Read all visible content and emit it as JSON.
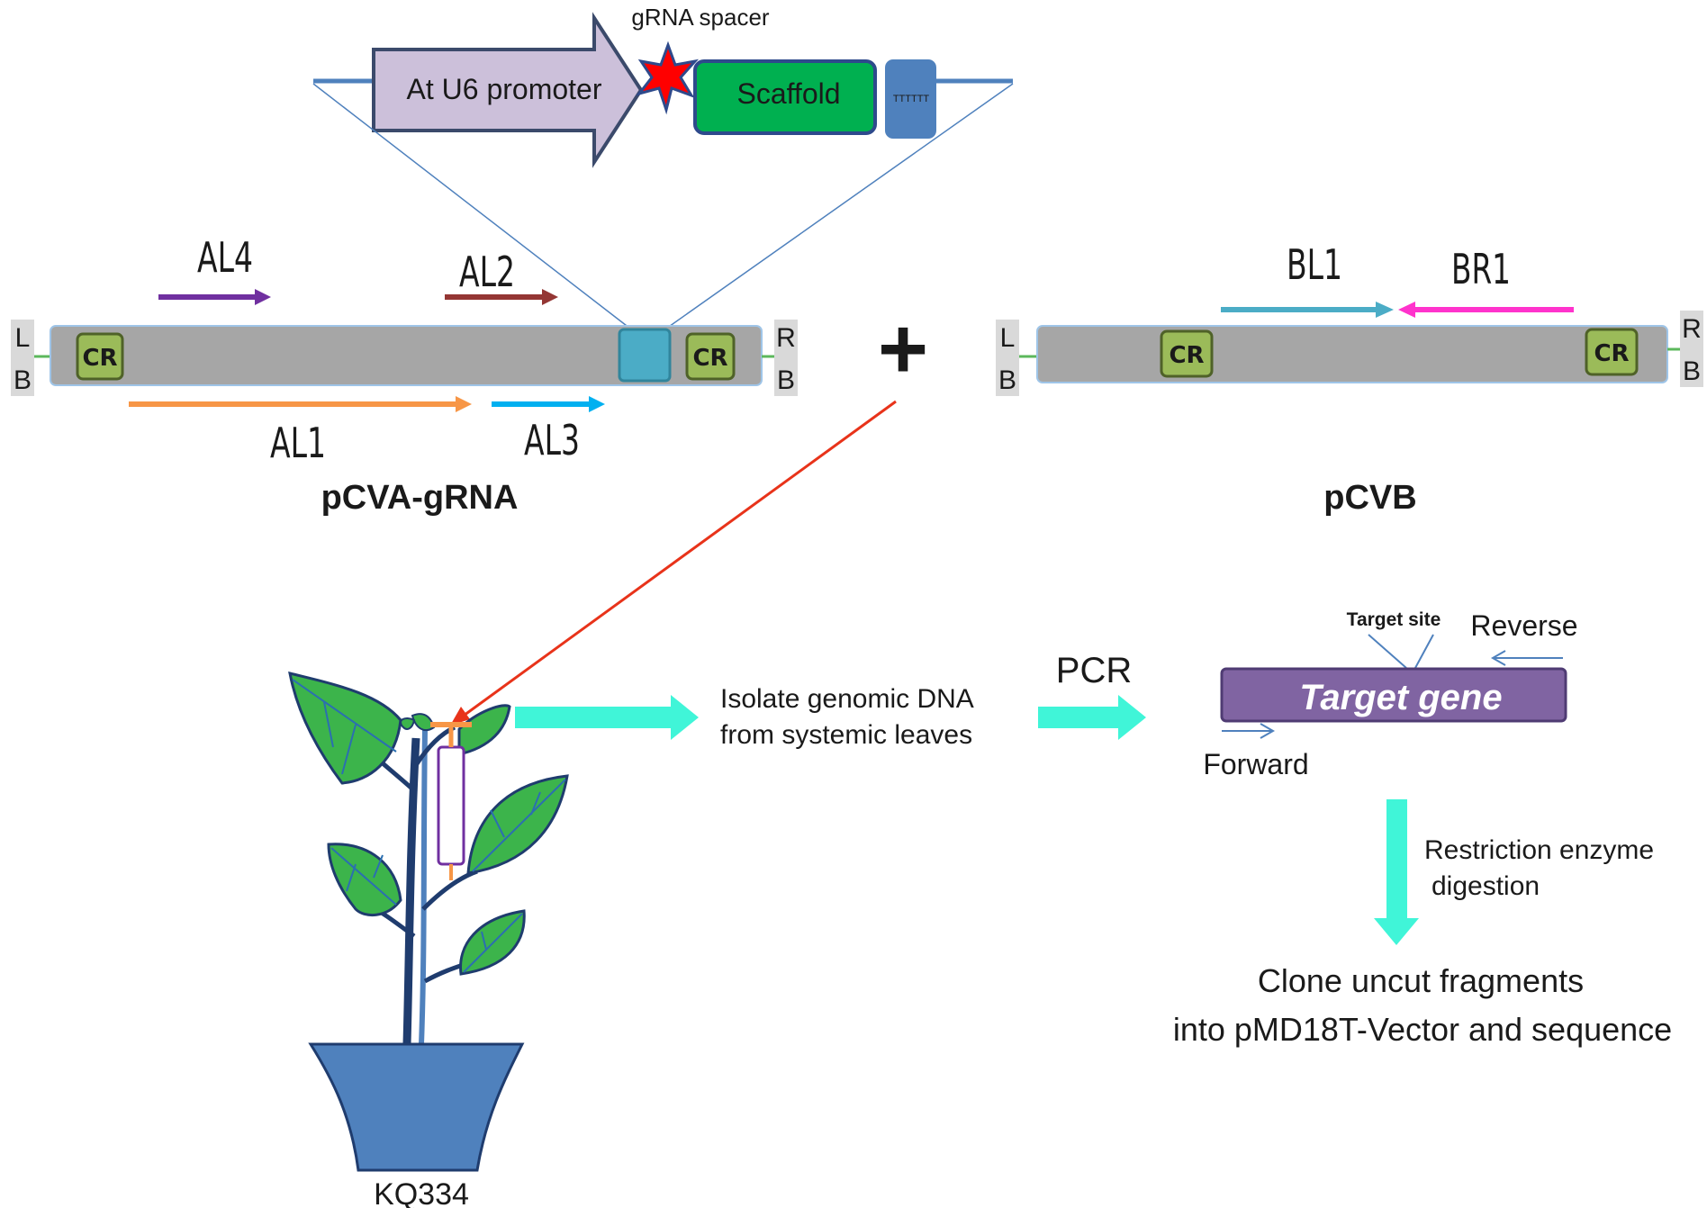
{
  "insert": {
    "promoter_label": "At U6 promoter",
    "spacer_label": "gRNA spacer",
    "scaffold_label": "Scaffold",
    "terminator_mark": "TTTTTT"
  },
  "vector_a": {
    "title": "pCVA-gRNA",
    "left_border": [
      "L",
      "B"
    ],
    "right_border": [
      "R",
      "B"
    ],
    "cr_label": "CR",
    "primers": [
      {
        "label": "AL4",
        "color": "#7030a0"
      },
      {
        "label": "AL2",
        "color": "#943634"
      },
      {
        "label": "AL1",
        "color": "#f79646"
      },
      {
        "label": "AL3",
        "color": "#00b0f0"
      }
    ]
  },
  "vector_b": {
    "title": "pCVB",
    "left_border": [
      "L",
      "B"
    ],
    "right_border": [
      "R",
      "B"
    ],
    "cr_label": "CR",
    "primers": [
      {
        "label": "BL1",
        "color": "#4bacc6"
      },
      {
        "label": "BR1",
        "color": "#ff33cc"
      }
    ]
  },
  "plus_sign": "+",
  "plant": {
    "label": "KQ334"
  },
  "steps": {
    "isolate_line1": "Isolate genomic DNA",
    "isolate_line2": "from systemic leaves",
    "pcr": "PCR",
    "target_site": "Target site",
    "reverse": "Reverse",
    "target_gene": "Target gene",
    "forward": "Forward",
    "digestion_line1": "Restriction enzyme",
    "digestion_line2": "digestion",
    "clone_line1": "Clone uncut fragments",
    "clone_line2": "into pMD18T-Vector and sequence"
  },
  "colors": {
    "vector_bar": "#a6a6a6",
    "cr_box": "#9bbb59",
    "gRNA_site": "#4bacc6",
    "promoter": "#ccc0da",
    "scaffold": "#00b050",
    "terminator": "#4f81bd",
    "spacer_star": "#ff0000",
    "flow_arrow": "#40f5d8",
    "inoculation_arrow": "#e8331a",
    "target_gene_box": "#8064a2",
    "leaf": "#3cb44b",
    "pot": "#4f81bd"
  }
}
